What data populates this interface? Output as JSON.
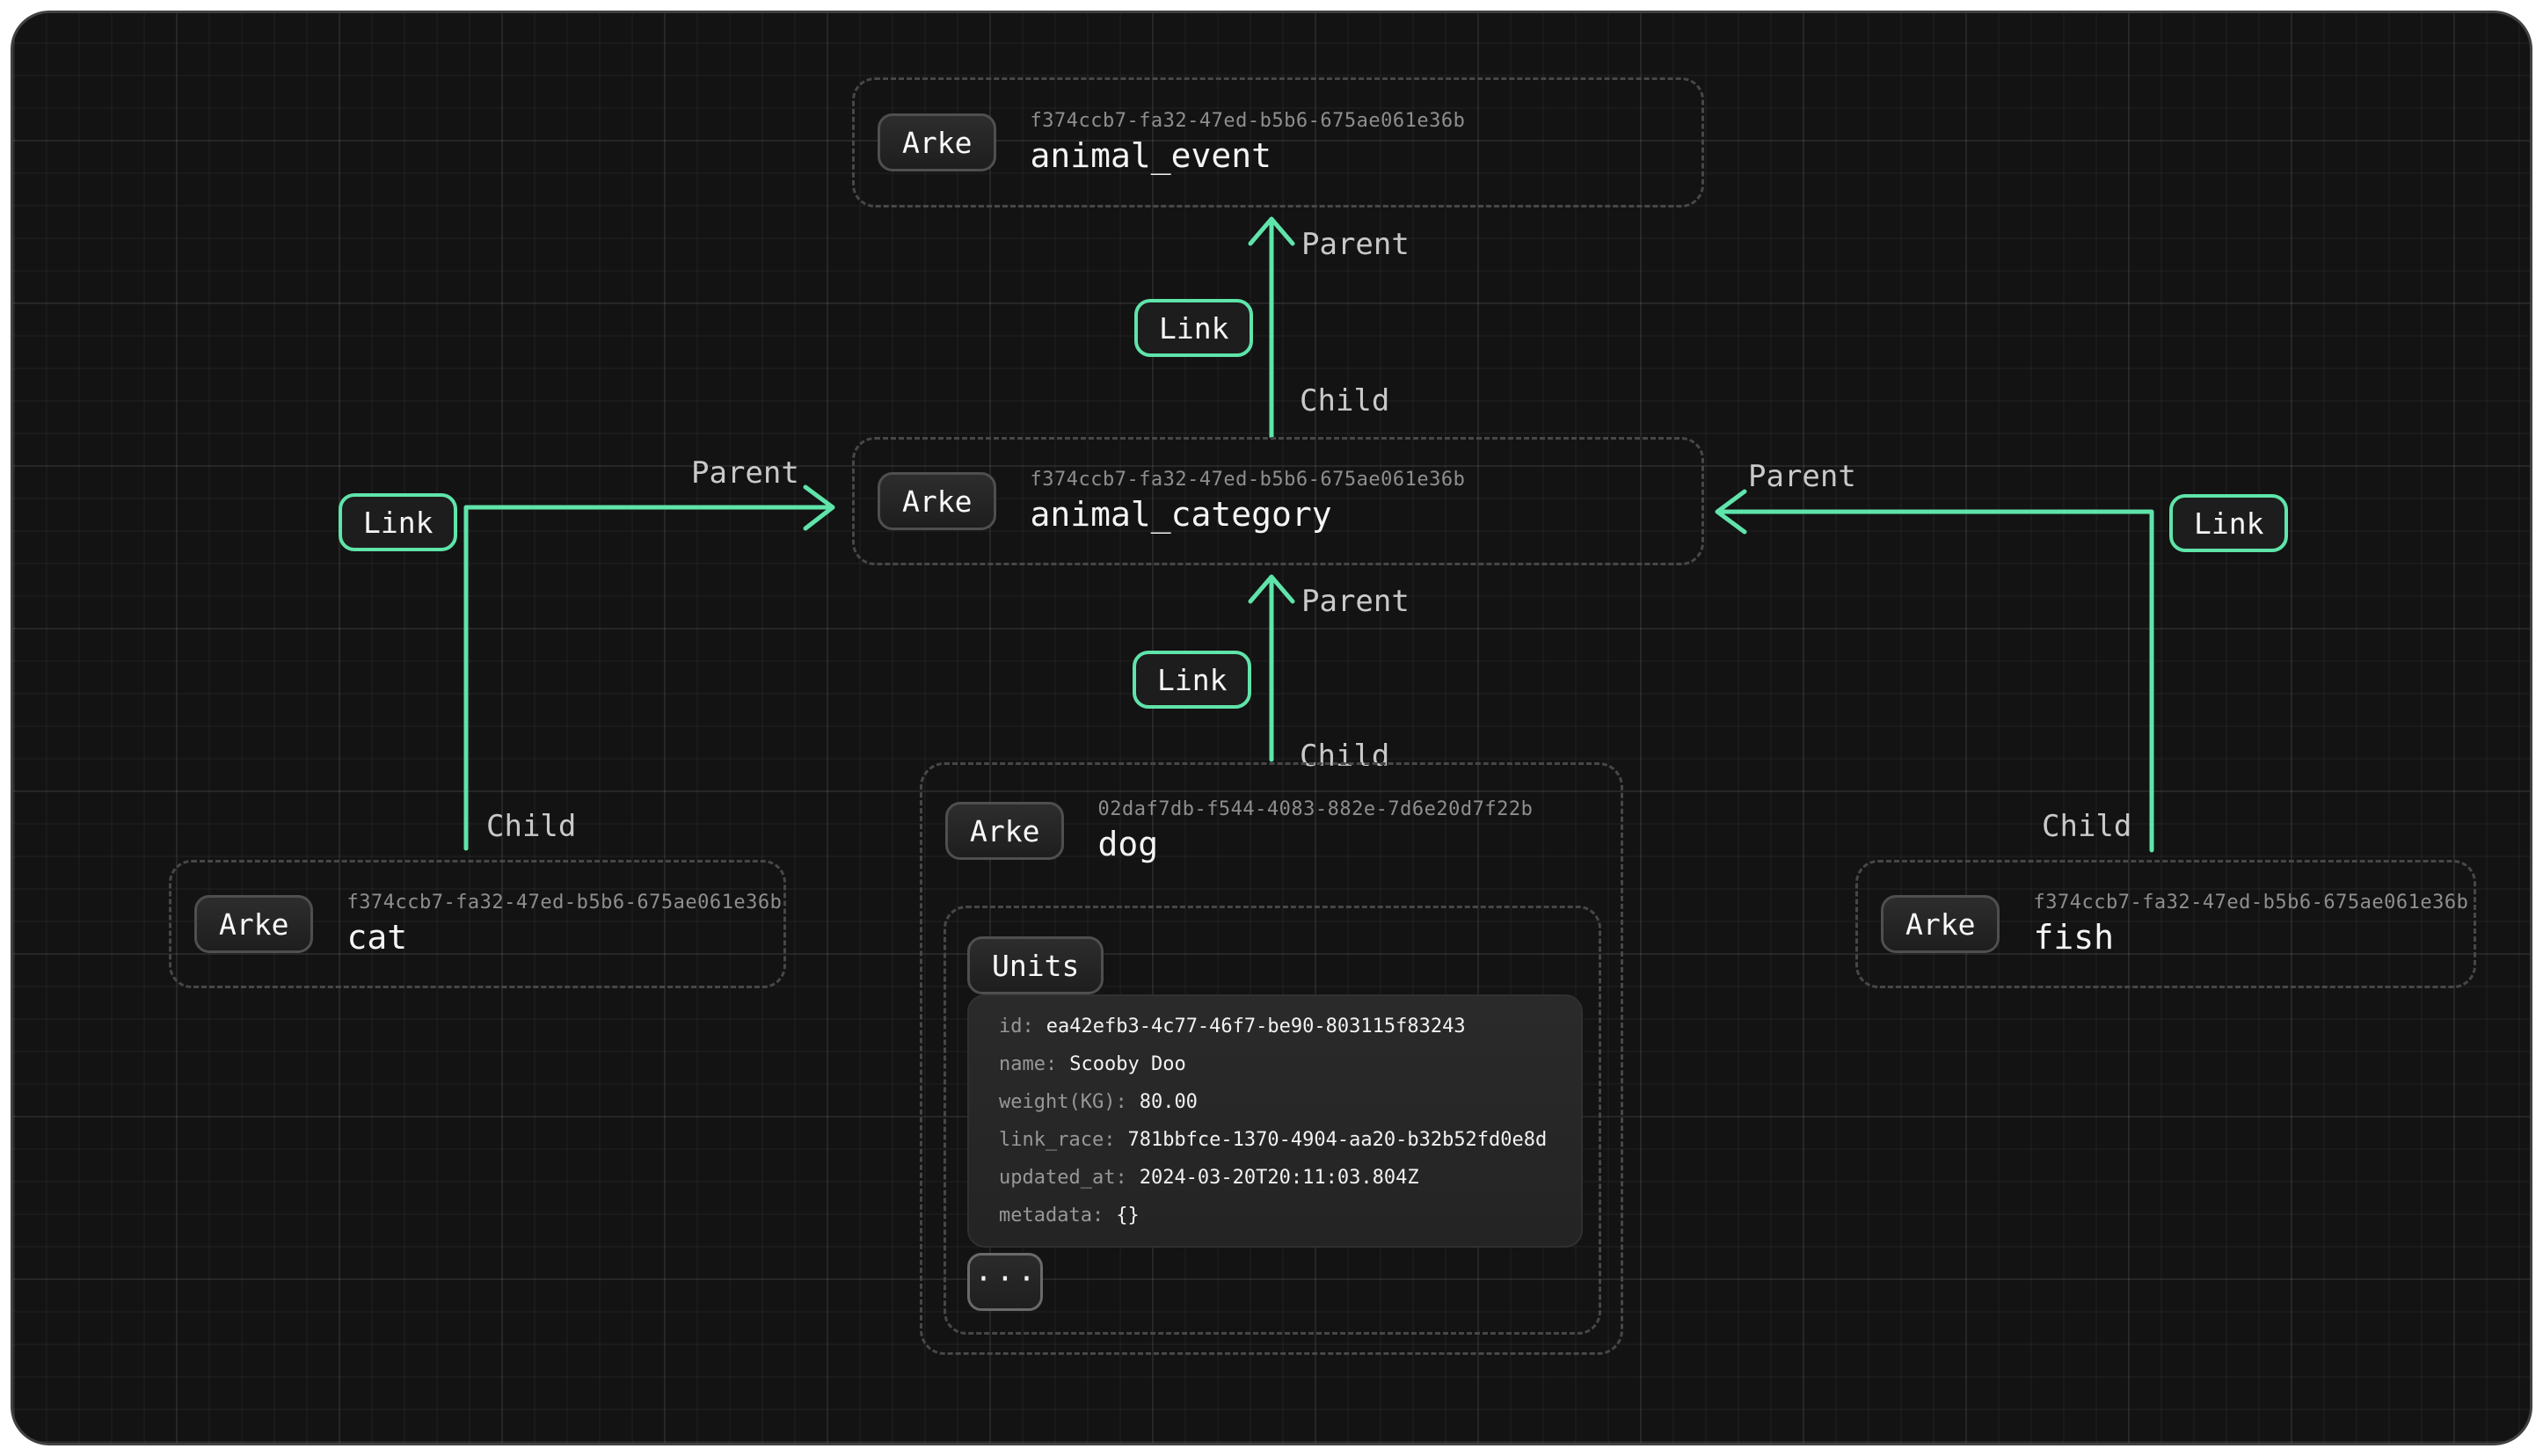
{
  "diagram": {
    "accent_color": "#5fe4aa",
    "canvas_color": "#131313"
  },
  "labels": {
    "parent": "Parent",
    "child": "Child",
    "link": "Link"
  },
  "nodes": {
    "animal_event": {
      "badge": "Arke",
      "uuid": "f374ccb7-fa32-47ed-b5b6-675ae061e36b",
      "title": "animal_event"
    },
    "animal_category": {
      "badge": "Arke",
      "uuid": "f374ccb7-fa32-47ed-b5b6-675ae061e36b",
      "title": "animal_category"
    },
    "cat": {
      "badge": "Arke",
      "uuid": "f374ccb7-fa32-47ed-b5b6-675ae061e36b",
      "title": "cat"
    },
    "dog": {
      "badge": "Arke",
      "uuid": "02daf7db-f544-4083-882e-7d6e20d7f22b",
      "title": "dog"
    },
    "fish": {
      "badge": "Arke",
      "uuid": "f374ccb7-fa32-47ed-b5b6-675ae061e36b",
      "title": "fish"
    }
  },
  "unit_record": {
    "badge": "Units",
    "fields": [
      {
        "key": "id:",
        "value": "ea42efb3-4c77-46f7-be90-803115f83243"
      },
      {
        "key": "name:",
        "value": "Scooby Doo"
      },
      {
        "key": "weight(KG):",
        "value": "80.00"
      },
      {
        "key": "link_race:",
        "value": "781bbfce-1370-4904-aa20-b32b52fd0e8d"
      },
      {
        "key": "updated_at:",
        "value": "2024-03-20T20:11:03.804Z"
      },
      {
        "key": "metadata:",
        "value": "{}"
      }
    ],
    "more": "···"
  }
}
